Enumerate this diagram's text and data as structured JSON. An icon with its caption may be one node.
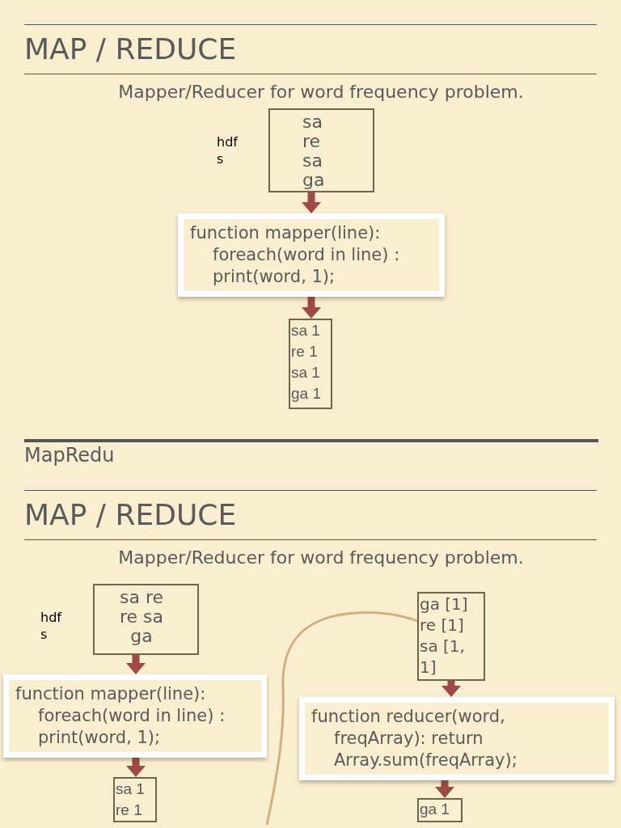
{
  "diagram": {
    "title": "MAP / REDUCE",
    "nodes": [
      {
        "text": [
          "sa re sa ga"
        ],
        "beside": [
          "hdfs"
        ]
      },
      {
        "text": [
          "function mapper(line): foreach(word in line) : print(word, 1);"
        ]
      },
      {
        "text": [
          "sa 1",
          "re 1",
          "sa 1",
          "ga 1"
        ]
      },
      {
        "text": [
          "sa re re sa ga"
        ],
        "beside": [
          "hdfs"
        ]
      },
      {
        "text": [
          "function mapper(line): foreach(word in line) : print(word, 1);"
        ]
      },
      {
        "text": [
          "sa 1",
          "re 1"
        ]
      },
      {
        "text": [
          "ga [1]",
          "re [1]",
          "sa [1, 1]"
        ]
      },
      {
        "text": [
          "function reducer(word, freqArray): return Array.sum(freqArray);"
        ]
      },
      {
        "text": [
          "ga 1"
        ]
      }
    ],
    "edges": [
      {
        "from": 0,
        "to": 1,
        "arrow": "to"
      },
      {
        "from": 1,
        "to": 2,
        "arrow": "to"
      },
      {
        "from": 3,
        "to": 4,
        "arrow": "to"
      },
      {
        "from": 4,
        "to": 5,
        "arrow": "to"
      },
      {
        "from": null,
        "to": 6,
        "arrow": "none",
        "color": "#d4ad80"
      },
      {
        "from": 6,
        "to": 7,
        "arrow": "to"
      },
      {
        "from": 7,
        "to": 8,
        "arrow": "to"
      }
    ],
    "labels": [
      "Mapper/Reducer for word frequency problem.",
      "MapRedu",
      "MAP / REDUCE",
      "Mapper/Reducer for word frequency problem."
    ]
  }
}
